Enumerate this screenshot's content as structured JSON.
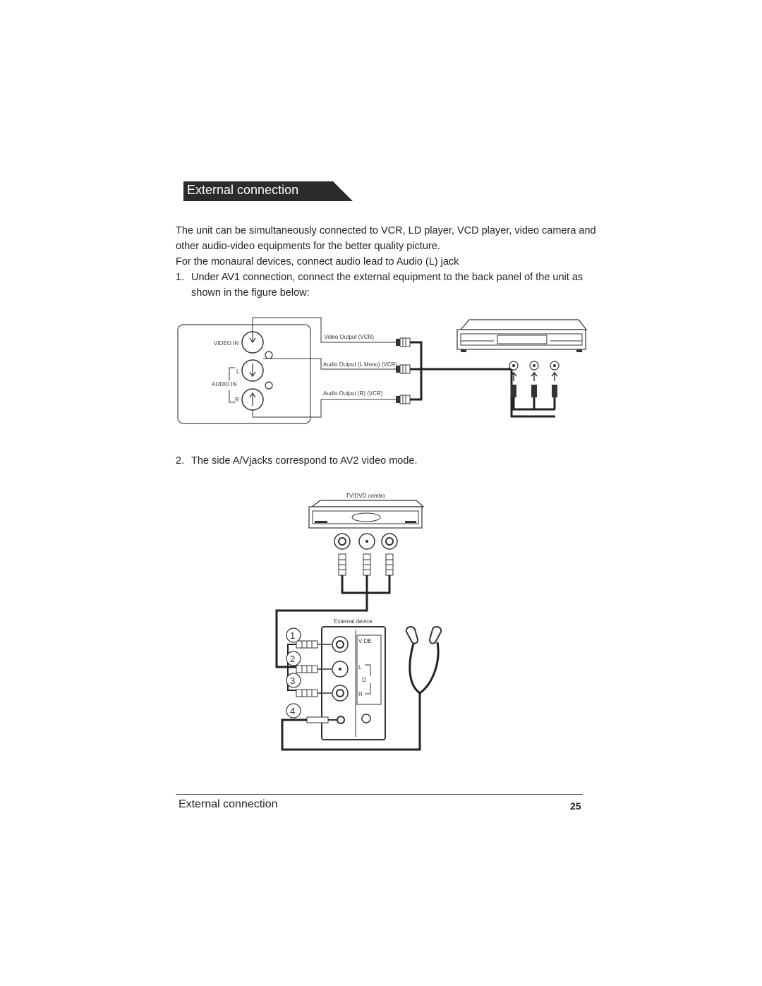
{
  "section_title": "External connection",
  "intro": {
    "line1": "The unit can be simultaneously connected to VCR, LD player, VCD player, video camera and",
    "line2": "other audio-video equipments for the better quality picture.",
    "line3": "For the monaural devices, connect audio lead to Audio (L) jack"
  },
  "step1": {
    "number": "1.",
    "line1": "Under AV1 connection, connect the external equipment to the back panel of the unit as",
    "line2": "shown in the figure below:"
  },
  "figure1": {
    "video_in": "VIDEO IN",
    "audio_in": "AUDIO IN",
    "l": "L",
    "r": "R",
    "video_output": "Video Output (VCR)",
    "audio_output_l": "Audio Output (L Mono) (VCR)",
    "audio_output_r": "Audio Output (R) (VCR)"
  },
  "step2": {
    "number": "2.",
    "text": "The side A/Vjacks correspond to AV2 video mode."
  },
  "figure2": {
    "tv_dvd_combo": "TV/DVD combo",
    "external_device": "External device",
    "num1": "1",
    "num2": "2",
    "num3": "3",
    "num4": "4",
    "vde": "V DE",
    "l": "L",
    "d": "D",
    "r": "R"
  },
  "footer": {
    "title": "External connection",
    "page": "25"
  }
}
